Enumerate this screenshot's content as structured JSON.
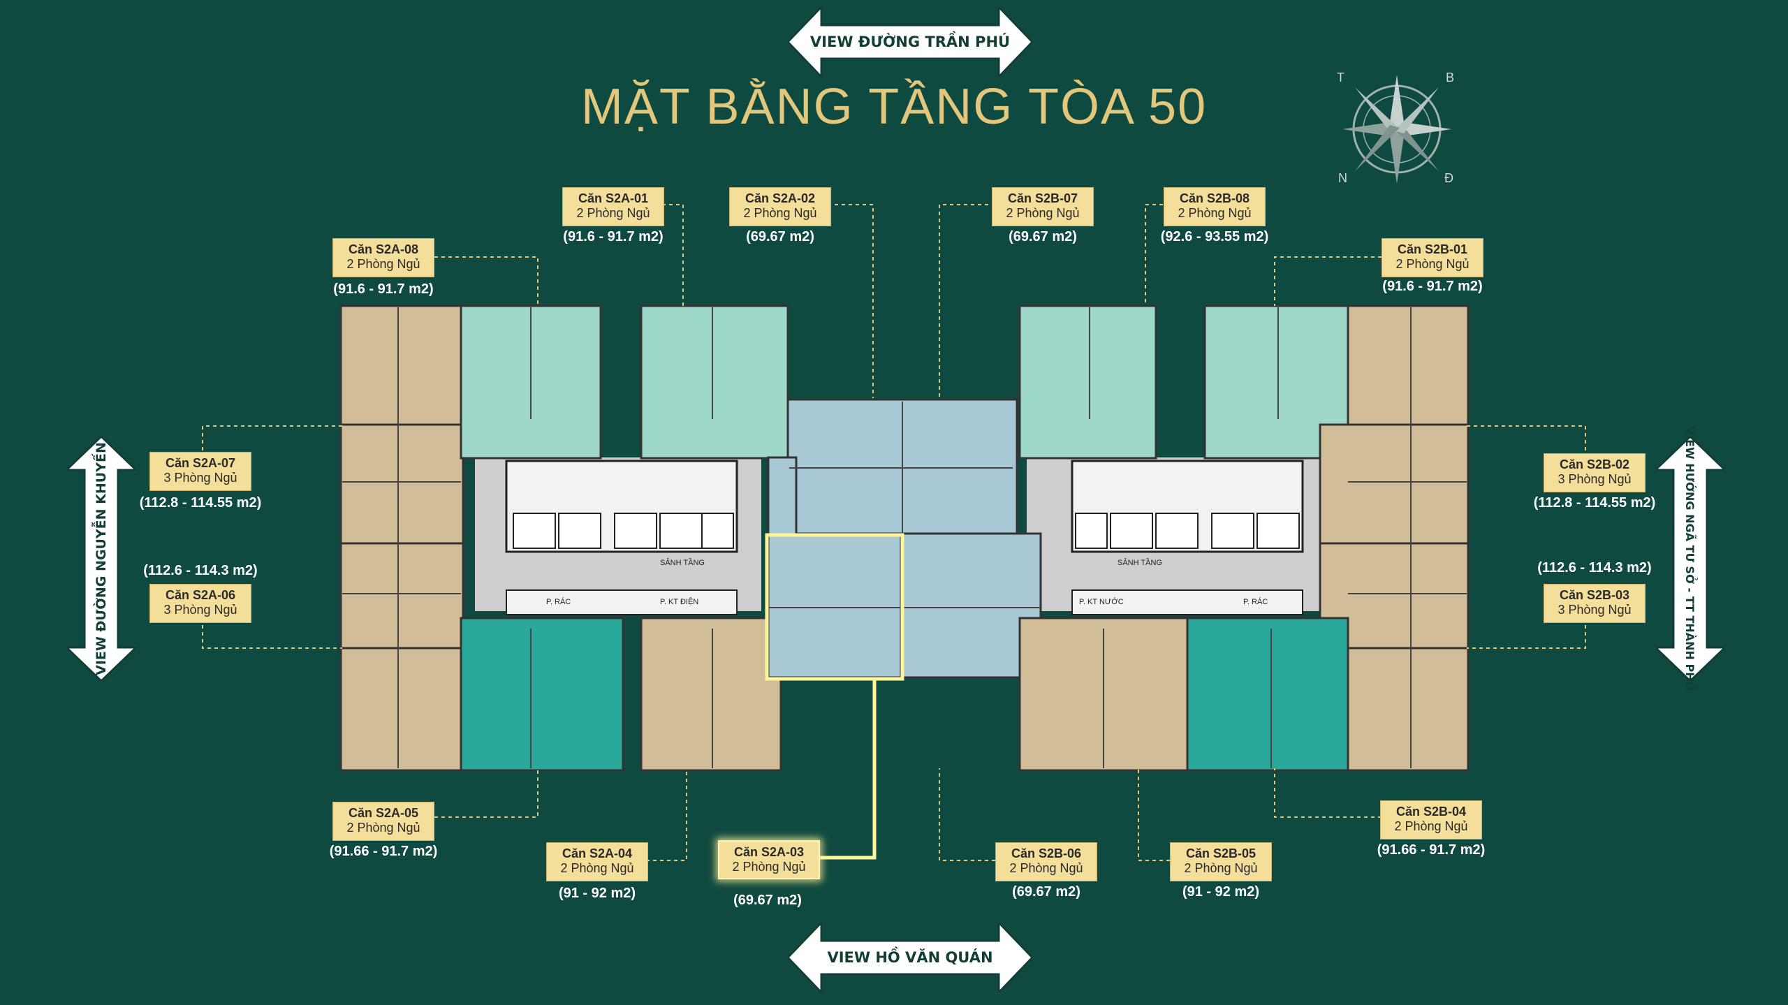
{
  "title": "MẶT BẰNG TẦNG TÒA 50",
  "views": {
    "top": "VIEW ĐƯỜNG TRẦN PHÚ",
    "bottom": "VIEW HỒ VĂN QUÁN",
    "left": "VIEW ĐƯỜNG NGUYỄN KHUYẾN",
    "right": "VIEW HƯỚNG NGÃ TƯ SỞ - TT THÀNH PHỐ"
  },
  "compass": {
    "n": "T",
    "e": "B",
    "s": "Đ",
    "w": "N"
  },
  "units": [
    {
      "id": "Căn S2A-01",
      "rooms": "2 Phòng Ngủ",
      "area": "(91.6 - 91.7 m2)"
    },
    {
      "id": "Căn S2A-02",
      "rooms": "2 Phòng Ngủ",
      "area": "(69.67 m2)"
    },
    {
      "id": "Căn S2B-07",
      "rooms": "2 Phòng Ngủ",
      "area": "(69.67 m2)"
    },
    {
      "id": "Căn S2B-08",
      "rooms": "2 Phòng Ngủ",
      "area": "(92.6 - 93.55 m2)"
    },
    {
      "id": "Căn S2A-08",
      "rooms": "2 Phòng Ngủ",
      "area": "(91.6 - 91.7 m2)"
    },
    {
      "id": "Căn S2B-01",
      "rooms": "2 Phòng Ngủ",
      "area": "(91.6 - 91.7 m2)"
    },
    {
      "id": "Căn S2A-07",
      "rooms": "3 Phòng Ngủ",
      "area": "(112.8 - 114.55 m2)"
    },
    {
      "id": "Căn S2B-02",
      "rooms": "3 Phòng Ngủ",
      "area": "(112.8 - 114.55 m2)"
    },
    {
      "id": "Căn S2A-06",
      "rooms": "3 Phòng Ngủ",
      "area": "(112.6 - 114.3 m2)"
    },
    {
      "id": "Căn S2B-03",
      "rooms": "3 Phòng Ngủ",
      "area": "(112.6 - 114.3 m2)"
    },
    {
      "id": "Căn S2A-05",
      "rooms": "2 Phòng Ngủ",
      "area": "(91.66 - 91.7 m2)"
    },
    {
      "id": "Căn S2B-04",
      "rooms": "2 Phòng Ngủ",
      "area": "(91.66 - 91.7 m2)"
    },
    {
      "id": "Căn S2A-04",
      "rooms": "2 Phòng Ngủ",
      "area": "(91 - 92 m2)"
    },
    {
      "id": "Căn S2A-03",
      "rooms": "2 Phòng Ngủ",
      "area": "(69.67 m2)"
    },
    {
      "id": "Căn S2B-06",
      "rooms": "2 Phòng Ngủ",
      "area": "(69.67 m2)"
    },
    {
      "id": "Căn S2B-05",
      "rooms": "2 Phòng Ngủ",
      "area": "(91 - 92 m2)"
    }
  ],
  "plan_labels": {
    "lobby": "SẢNH TẦNG",
    "trash": "P. RÁC",
    "water": "P. KT NƯỚC",
    "elec": "P. KT ĐIỆN"
  },
  "colors": {
    "background": "#0f4a40",
    "mint": "#9ed8c8",
    "teal": "#2aa89a",
    "beige": "#d2bd99",
    "blue": "#a9c8d6",
    "corridor": "#cfcfcf",
    "tag": "#f3de9a",
    "gold": "#e2c77c"
  }
}
